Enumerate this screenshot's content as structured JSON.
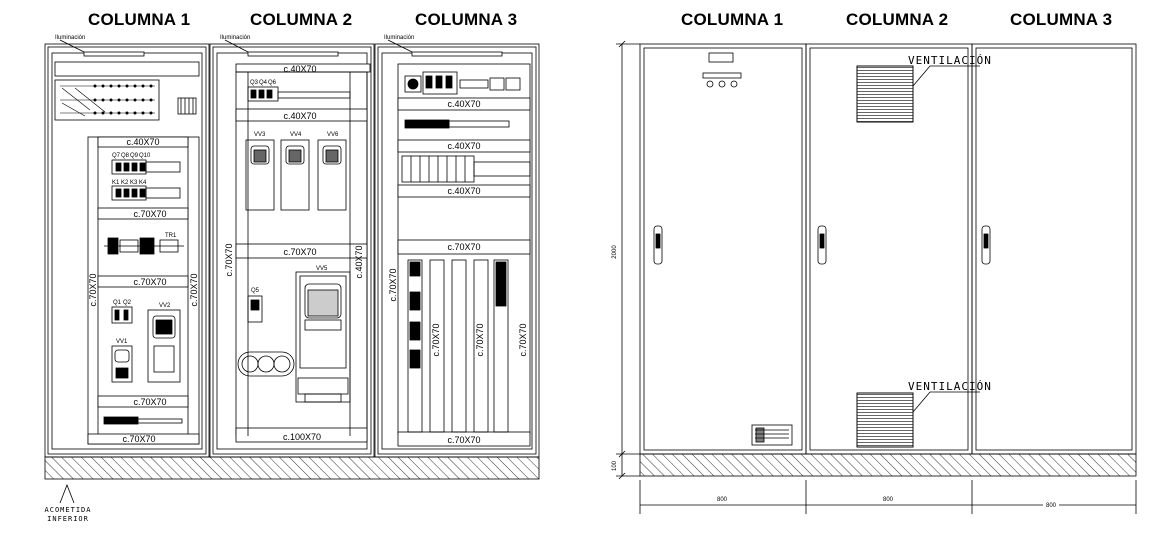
{
  "left_view": {
    "columns": [
      "COLUMNA 1",
      "COLUMNA 2",
      "COLUMNA 3"
    ],
    "lighting_label": "Iluminación",
    "col1": {
      "ducts": [
        "c.40X70",
        "c.70X70",
        "c.70X70",
        "c.70X70",
        "c.70X70"
      ],
      "side_ducts": [
        "c.70X70",
        "c.70X70"
      ],
      "devices": [
        "Q7",
        "Q8",
        "Q9",
        "Q10",
        "K1",
        "K2",
        "K3",
        "K4",
        "Q1",
        "Q2",
        "VV1",
        "VV2",
        "TR1"
      ]
    },
    "col2": {
      "ducts": [
        "c.40X70",
        "c.40X70",
        "c.70X70",
        "c.100X70"
      ],
      "side_ducts": [
        "c.70X70",
        "c.40X70"
      ],
      "devices": [
        "Q3",
        "Q4",
        "Q6",
        "VV3",
        "VV4",
        "VV6",
        "VV5",
        "Q5"
      ]
    },
    "col3": {
      "ducts": [
        "c.40X70",
        "c.40X70",
        "c.40X70",
        "c.70X70",
        "c.70X70"
      ],
      "vertical_ducts": [
        "c.70X70",
        "c.70X70",
        "c.70X70",
        "c.70X70"
      ]
    },
    "entry_label_1": "ACOMETIDA",
    "entry_label_2": "INFERIOR"
  },
  "right_view": {
    "columns": [
      "COLUMNA 1",
      "COLUMNA 2",
      "COLUMNA 3"
    ],
    "ventilation_label": "VENTILACIÓN",
    "height_dim": "2000",
    "base_dim": "100",
    "width_dims": [
      "800",
      "800",
      "800"
    ]
  }
}
